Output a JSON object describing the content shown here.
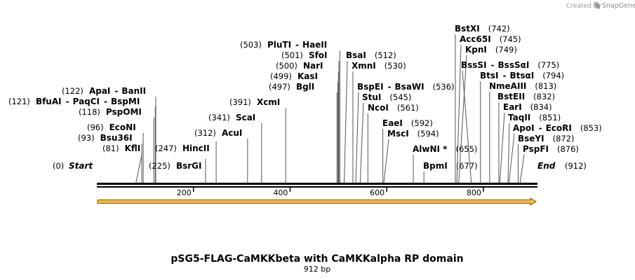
{
  "map": {
    "title": "pSG5-FLAG-CaMKKbeta with CaMKKalpha RP domain",
    "length_label": "912 bp",
    "length": 912,
    "start_label": "Start",
    "start_pos": "(0)",
    "end_label": "End",
    "end_pos": "(912)",
    "ruler_ticks": [
      "200",
      "400",
      "600",
      "800"
    ],
    "feature": {
      "name": "",
      "start": 0,
      "end": 912,
      "color": "#f5b942"
    },
    "branding": {
      "prefix": "Created by",
      "name": "SnapGene"
    },
    "colors": {
      "backbone": "#000000",
      "feature_fill": "#f5b942",
      "feature_stroke": "#8a5a00"
    }
  },
  "sites": [
    {
      "name": "KflI",
      "pos": "(81)"
    },
    {
      "name": "Bsu36I",
      "pos": "(93)"
    },
    {
      "name": "EcoNI",
      "pos": "(96)"
    },
    {
      "name": "PspOMI",
      "pos": "(118)"
    },
    {
      "name": "BfuAI",
      "name2": "PaqCI",
      "name3": "BspMI",
      "pos": "(121)"
    },
    {
      "name": "ApaI",
      "name2": "BanII",
      "pos": "(122)"
    },
    {
      "name": "BsrGI",
      "pos": "(225)"
    },
    {
      "name": "HincII",
      "pos": "(247)"
    },
    {
      "name": "AcuI",
      "pos": "(312)"
    },
    {
      "name": "ScaI",
      "pos": "(341)"
    },
    {
      "name": "XcmI",
      "pos": "(391)"
    },
    {
      "name": "BglI",
      "pos": "(497)"
    },
    {
      "name": "KasI",
      "pos": "(499)"
    },
    {
      "name": "NarI",
      "pos": "(500)"
    },
    {
      "name": "SfoI",
      "pos": "(501)"
    },
    {
      "name": "PluTI",
      "name2": "HaeII",
      "pos": "(503)"
    },
    {
      "name": "BsaI",
      "pos": "(512)"
    },
    {
      "name": "XmnI",
      "pos": "(530)"
    },
    {
      "name": "BspEI",
      "name2": "BsaWI",
      "pos": "(536)"
    },
    {
      "name": "StuI",
      "pos": "(545)"
    },
    {
      "name": "NcoI",
      "pos": "(561)"
    },
    {
      "name": "EaeI",
      "pos": "(592)"
    },
    {
      "name": "MscI",
      "pos": "(594)"
    },
    {
      "name": "AlwNI *",
      "pos": "(655)"
    },
    {
      "name": "BpmI",
      "pos": "(677)"
    },
    {
      "name": "BstXI",
      "pos": "(742)"
    },
    {
      "name": "Acc65I",
      "pos": "(745)"
    },
    {
      "name": "KpnI",
      "pos": "(749)"
    },
    {
      "name": "BssSI",
      "name2": "BssSαI",
      "pos": "(775)"
    },
    {
      "name": "BtsI",
      "name2": "BtsαI",
      "pos": "(794)"
    },
    {
      "name": "NmeAIII",
      "pos": "(813)"
    },
    {
      "name": "BstEII",
      "pos": "(832)"
    },
    {
      "name": "EarI",
      "pos": "(834)"
    },
    {
      "name": "TaqII",
      "pos": "(851)"
    },
    {
      "name": "ApoI",
      "name2": "EcoRI",
      "pos": "(853)"
    },
    {
      "name": "BseYI",
      "pos": "(872)"
    },
    {
      "name": "PspFI",
      "pos": "(876)"
    }
  ]
}
